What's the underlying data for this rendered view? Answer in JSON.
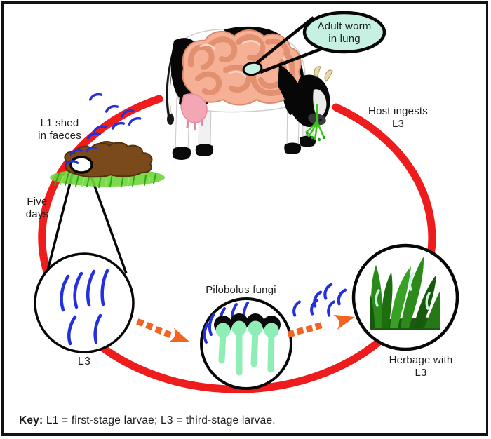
{
  "figure": {
    "title_hint": "Lungworm life cycle diagram",
    "labels": {
      "adult_worm": {
        "line1": "Adult worm",
        "line2": "in lung"
      },
      "l1_shed": {
        "line1": "L1 shed",
        "line2": "in faeces"
      },
      "five_days": {
        "line1": "Five",
        "line2": "days"
      },
      "host_ingests": {
        "line1": "Host ingests",
        "line2": "L3"
      },
      "pilobolus": "Pilobolus fungi",
      "l3_circle": "L3",
      "herbage": {
        "line1": "Herbage with",
        "line2": "L3"
      }
    },
    "key": {
      "prefix": "Key:",
      "text": " L1 = first-stage larvae; L3 = third-stage larvae."
    },
    "colors": {
      "cycle_red": "#ee1c1c",
      "larvae_blue": "#2330dc",
      "arrow_orange": "#f26421",
      "callout_mint": "#c6f0e2",
      "fungus_green": "#8fedb6",
      "dung_brown": "#7a4a1a",
      "grass_green": "#52c41e"
    }
  }
}
